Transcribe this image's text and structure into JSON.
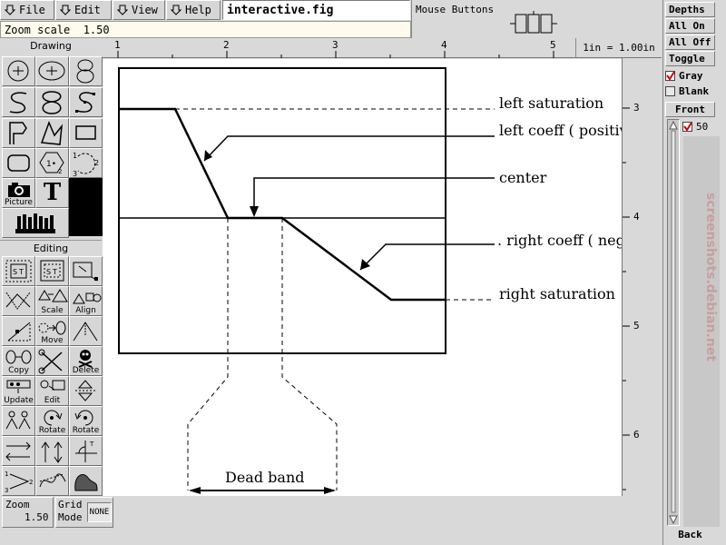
{
  "menu": {
    "file": "File",
    "edit": "Edit",
    "view": "View",
    "help": "Help",
    "filename": "interactive.fig"
  },
  "mouse_buttons": {
    "label": "Mouse Buttons"
  },
  "zoom_bar": {
    "label": "Zoom scale",
    "value": "1.50"
  },
  "drawing_panel": {
    "title": "Drawing",
    "picture_label": "Picture",
    "text_tool_glyph": "T",
    "point_labels": {
      "one": "1",
      "two": "2",
      "three": "3",
      "one_dot": "1•"
    }
  },
  "editing_panel": {
    "title": "Editing",
    "labels": {
      "scale": "Scale",
      "align": "Align",
      "move": "Move",
      "copy": "Copy",
      "delete": "Delete",
      "update": "Update",
      "edit": "Edit",
      "rotate": "Rotate"
    }
  },
  "ruler": {
    "top_ticks": [
      "1",
      "2",
      "3",
      "4",
      "5"
    ],
    "side_ticks": [
      "3",
      "4",
      "5",
      "6"
    ],
    "unit_label": "1in = 1.00in"
  },
  "canvas": {
    "left_saturation": "left saturation",
    "left_coeff": "left coeff ( positiv",
    "center": "center",
    "right_coeff": ". right coeff ( neg",
    "right_saturation": "right saturation",
    "dead_band": "Dead band"
  },
  "bottom": {
    "zoom_label": "Zoom",
    "zoom_value": "1.50",
    "grid_label": "Grid",
    "mode_label": "Mode",
    "grid_value": "NONE"
  },
  "depths": {
    "title": "Depths",
    "all_on": "All On",
    "all_off": "All Off",
    "toggle": "Toggle",
    "gray": "Gray",
    "blank": "Blank",
    "front": "Front",
    "depth_value": "50",
    "back": "Back"
  },
  "watermark": "screenshots.debian.net",
  "colors": {
    "background": "#d9d9d9",
    "canvas": "#ffffff",
    "check": "#cc0000",
    "filename_field": "#ffffff"
  }
}
